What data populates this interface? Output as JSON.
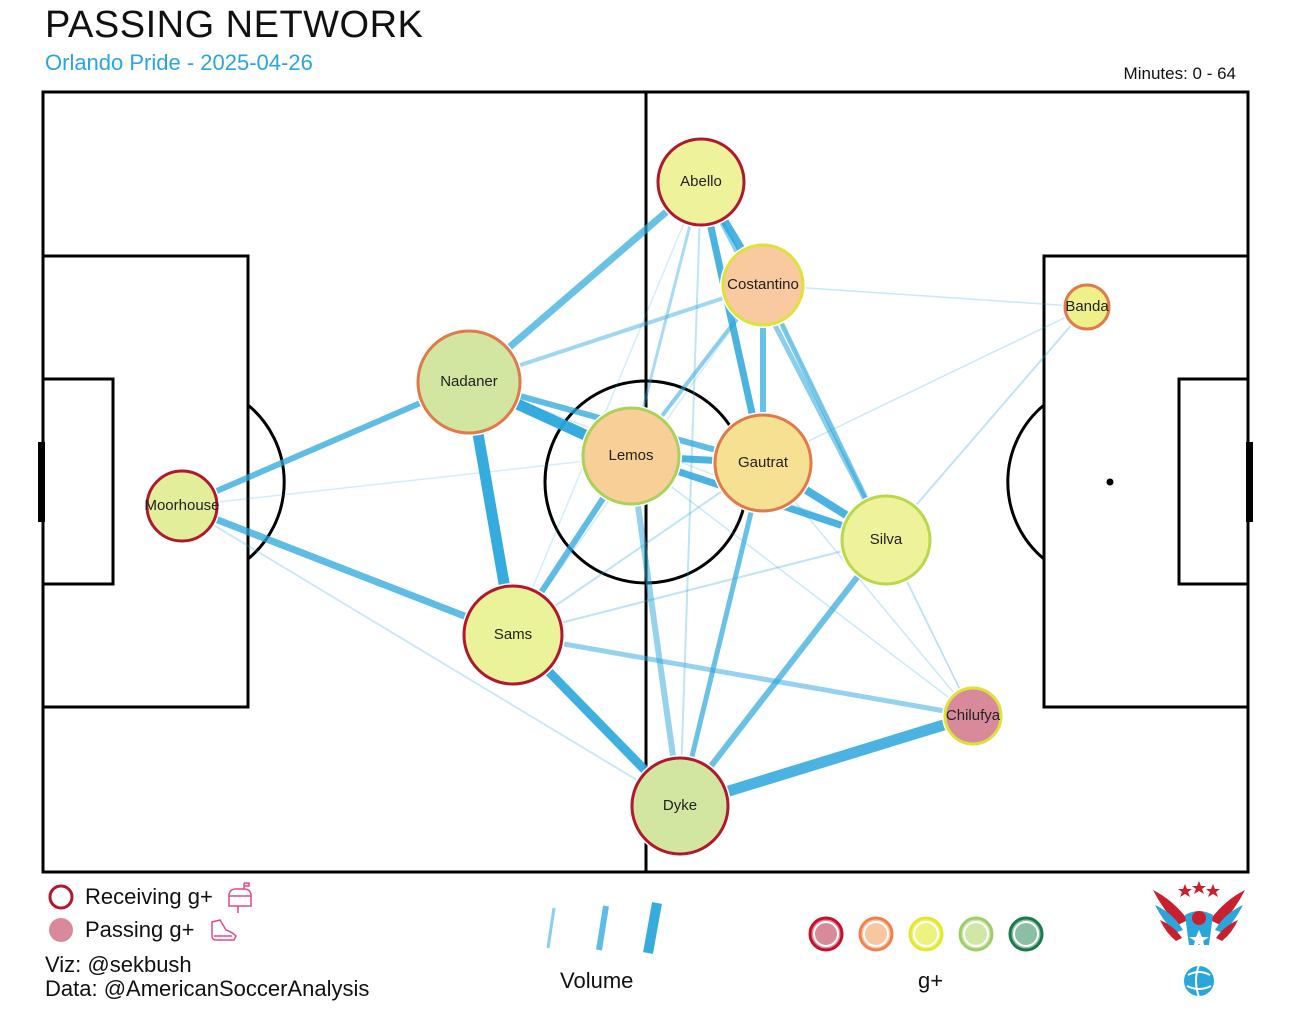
{
  "header": {
    "title": "PASSING NETWORK",
    "subtitle": "Orlando Pride - 2025-04-26",
    "minutes": "Minutes: 0 - 64"
  },
  "legend": {
    "receiving": "Receiving g+",
    "passing": "Passing g+",
    "volume_label": "Volume",
    "gplus_label": "g+",
    "receiving_icon": "mailbox-icon",
    "passing_icon": "boot-icon",
    "scale_colors": [
      "#c8102e",
      "#f08050",
      "#e6e62a",
      "#9ccf6a",
      "#1a7a4a"
    ],
    "scale_fills": [
      "#d98a9a",
      "#f8c7a0",
      "#eef27e",
      "#cfe8a8",
      "#8cbfa2"
    ]
  },
  "credits": {
    "viz": "Viz: @sekbush",
    "data": "Data: @AmericanSoccerAnalysis"
  },
  "colors": {
    "edge": "#2aa6dc",
    "accent": "#2aa6dc"
  },
  "players": [
    {
      "name": "Abello",
      "fill": "#eef29a",
      "ring": "#b0182e"
    },
    {
      "name": "Costantino",
      "fill": "#f9c9a0",
      "ring": "#dde23a"
    },
    {
      "name": "Banda",
      "fill": "#eef08a",
      "ring": "#e07a4a"
    },
    {
      "name": "Nadaner",
      "fill": "#d2e6a2",
      "ring": "#e07a4a"
    },
    {
      "name": "Lemos",
      "fill": "#f9cf98",
      "ring": "#a9d25a"
    },
    {
      "name": "Gautrat",
      "fill": "#f6e092",
      "ring": "#e07a4a"
    },
    {
      "name": "Moorhouse",
      "fill": "#e2ee9a",
      "ring": "#b0182e"
    },
    {
      "name": "Silva",
      "fill": "#eef29a",
      "ring": "#b9d84a"
    },
    {
      "name": "Sams",
      "fill": "#eaf29a",
      "ring": "#b0182e"
    },
    {
      "name": "Chilufya",
      "fill": "#d98a9a",
      "ring": "#dde23a"
    },
    {
      "name": "Dyke",
      "fill": "#d2e6a2",
      "ring": "#b0182e"
    }
  ]
}
